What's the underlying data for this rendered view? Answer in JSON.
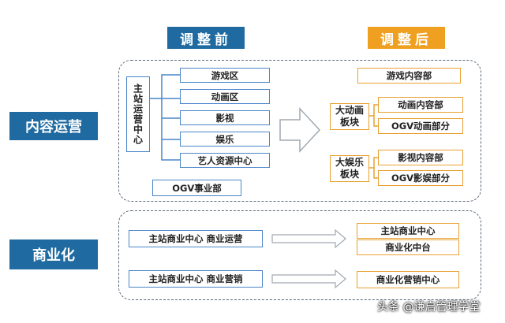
{
  "headers": {
    "before": "调整前",
    "after": "调整后"
  },
  "side_labels": {
    "content_ops": "内容运营",
    "commercial": "商业化"
  },
  "before": {
    "main_center": "主站运营中心",
    "items": [
      "游戏区",
      "动画区",
      "影视",
      "娱乐",
      "艺人资源中心"
    ],
    "ogv": "OGV事业部",
    "commercial_rows": [
      "主站商业中心 商业运营",
      "主站商业中心 商业营销"
    ]
  },
  "after": {
    "game_dept": "游戏内容部",
    "anim_block": {
      "label_line1": "大动画",
      "label_line2": "板块",
      "items": [
        "动画内容部",
        "OGV动画部分"
      ]
    },
    "ent_block": {
      "label_line1": "大娱乐",
      "label_line2": "板块",
      "items": [
        "影视内容部",
        "OGV影娱部分"
      ]
    },
    "commercial": [
      "主站商业中心",
      "商业化中台",
      "商业化营销中心"
    ]
  },
  "watermark": "头条 @谦启管理学堂",
  "colors": {
    "blue": "#1f6aa0",
    "orange": "#f0a020",
    "box_blue": "#4a86c8",
    "box_orange": "#e8a030"
  }
}
